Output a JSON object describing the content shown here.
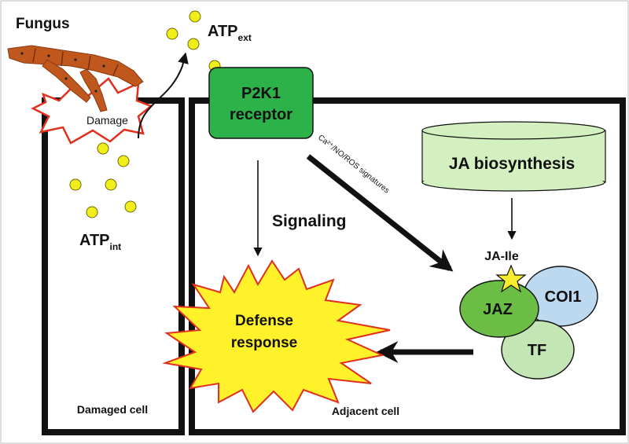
{
  "diagram": {
    "labels": {
      "fungus": "Fungus",
      "atp_ext_main": "ATP",
      "atp_ext_sub": "ext",
      "atp_int_main": "ATP",
      "atp_int_sub": "int",
      "damage": "Damage",
      "receptor_line1": "P2K1",
      "receptor_line2": "receptor",
      "signaling": "Signaling",
      "ca_signatures": "Ca²⁺/NO/ROS  signatures",
      "ja_biosynthesis": "JA biosynthesis",
      "ja_ile": "JA-Ile",
      "jaz": "JAZ",
      "coi1": "COI1",
      "tf": "TF",
      "defense_line1": "Defense",
      "defense_line2": "response",
      "damaged_cell": "Damaged cell",
      "adjacent_cell": "Adjacent cell"
    },
    "colors": {
      "receptor_fill": "#2db24a",
      "ja_biosynthesis_fill": "#d4f0c0",
      "jaz_fill": "#6cbd45",
      "coi1_fill": "#bcd9ef",
      "tf_fill": "#c4e6b4",
      "defense_fill": "#fff12a",
      "defense_stroke": "#e0301e",
      "atp_fill": "#f1ee1c",
      "damage_stroke": "#e0301e",
      "fungus_fill": "#c0571c",
      "star_fill": "#f7ec2e"
    }
  }
}
